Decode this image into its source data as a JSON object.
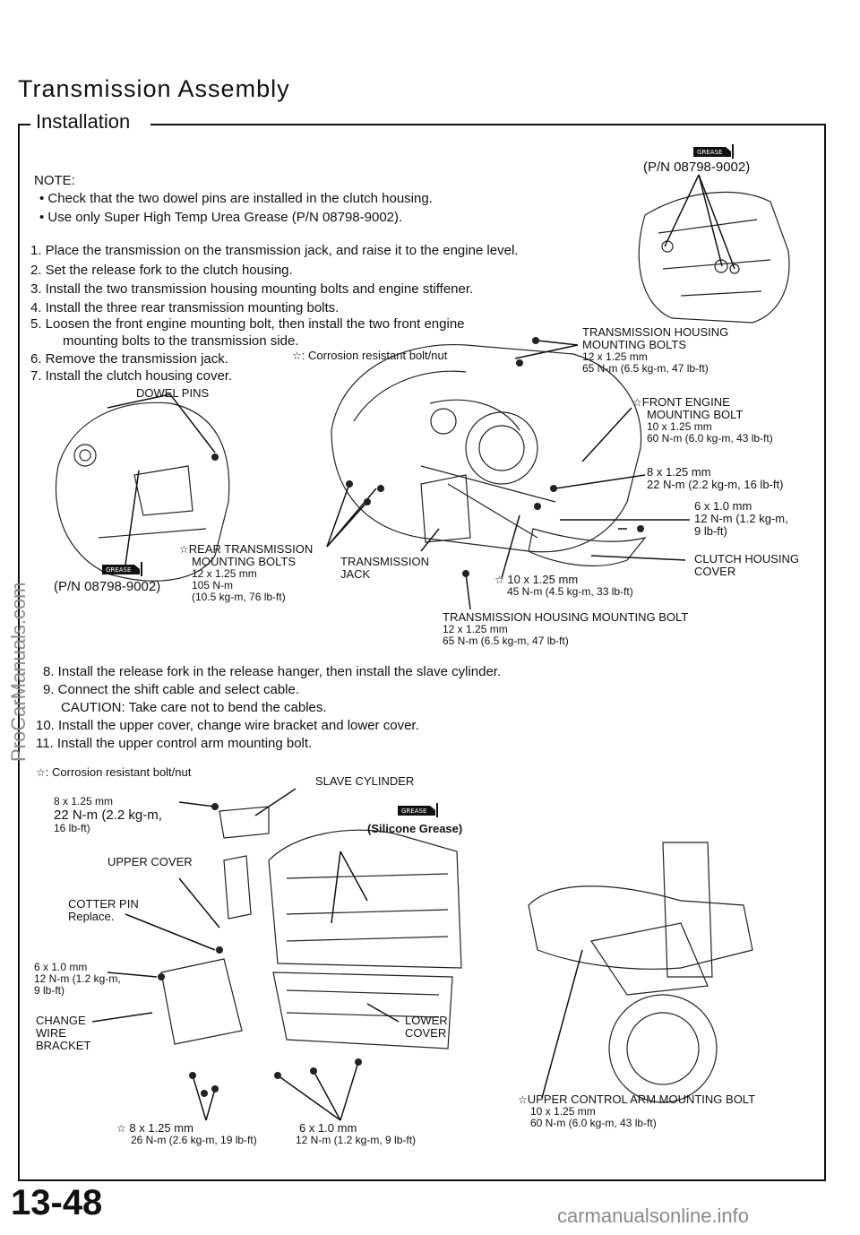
{
  "header": {
    "title": "Transmission Assembly",
    "subtitle": "Installation"
  },
  "note": {
    "label": "NOTE:",
    "items": [
      "Check that the two dowel pins are installed in the clutch housing.",
      "Use only Super High Temp Urea Grease (P/N 08798-9002)."
    ]
  },
  "steps_1": [
    "1. Place the transmission on the transmission jack, and raise it to the engine level.",
    "2. Set the release fork to the clutch housing.",
    "3. Install the two transmission housing mounting bolts and engine stiffener.",
    "4. Install the three rear transmission mounting bolts.",
    "5. Loosen the front engine mounting bolt, then install the two front engine",
    "mounting bolts to the transmission side.",
    "6. Remove the transmission jack.",
    "7. Install the clutch housing cover."
  ],
  "legend_star": "Corrosion resistant bolt/nut",
  "grease_badge": "GREASE",
  "fig1": {
    "grease_pn_top": "(P/N 08798-9002)",
    "grease_pn_left": "(P/N  08798-9002)",
    "dowel_pins": "DOWEL PINS",
    "trans_housing_bolts": [
      "TRANSMISSION HOUSING",
      "MOUNTING BOLTS",
      "12 x 1.25 mm",
      "65 N-m (6.5 kg-m, 47 lb-ft)"
    ],
    "front_engine_bolt": [
      "FRONT ENGINE",
      "MOUNTING BOLT",
      "10 x 1.25 mm",
      "60 N-m (6.0 kg-m, 43 lb-ft)"
    ],
    "bolt_8x125": [
      "8 x 1.25  mm",
      "22 N-m (2.2 kg-m, 16 lb-ft)"
    ],
    "bolt_6x10": [
      "6 x 1.0 mm",
      "12 N-m (1.2 kg-m,",
      "9 lb-ft)"
    ],
    "clutch_cover": [
      "CLUTCH HOUSING",
      "COVER"
    ],
    "rear_trans_bolts": [
      "REAR TRANSMISSION",
      "MOUNTING BOLTS",
      "12 x 1.25 mm",
      "105 N-m",
      "(10.5 kg-m, 76 lb-ft)"
    ],
    "trans_jack": [
      "TRANSMISSION",
      "JACK"
    ],
    "bolt_10x125": [
      "10 x 1.25 mm",
      "45 N-m (4.5 kg-m, 33 lb-ft)"
    ],
    "trans_housing_bolt": [
      "TRANSMISSION HOUSING MOUNTING BOLT",
      "12 x 1.25 mm",
      "65 N-m (6.5 kg-m, 47 lb-ft)"
    ]
  },
  "steps_2": [
    "8. Install the release fork in the release hanger, then install the slave cylinder.",
    "9. Connect the shift cable and select cable.",
    "CAUTION: Take care not to bend the cables.",
    "10. Install the upper cover, change wire bracket and lower cover.",
    "11. Install the upper control arm mounting bolt."
  ],
  "fig2": {
    "slave_cylinder": "SLAVE CYLINDER",
    "silicone_grease": "(Silicone Grease)",
    "bolt_8x125": [
      "8 x 1.25 mm",
      "22 N-m (2.2 kg-m,",
      "16 lb-ft)"
    ],
    "upper_cover": "UPPER COVER",
    "cotter_pin": [
      "COTTER PIN",
      "Replace."
    ],
    "bolt_6x10": [
      "6 x 1.0 mm",
      "12 N-m (1.2 kg-m,",
      "9 lb-ft)"
    ],
    "change_wire": [
      "CHANGE",
      "WIRE",
      "BRACKET"
    ],
    "lower_cover": [
      "LOWER",
      "COVER"
    ],
    "bottom_bolt_8": [
      "8 x 1.25 mm",
      "26 N-m (2.6 kg-m, 19 lb-ft)"
    ],
    "bottom_bolt_6": [
      "6 x 1.0 mm",
      "12 N-m (1.2 kg-m, 9 lb-ft)"
    ],
    "upper_arm": [
      "UPPER CONTROL ARM MOUNTING BOLT",
      "10 x 1.25 mm",
      "60 N-m (6.0 kg-m, 43 lb-ft)"
    ]
  },
  "footer": {
    "page_number": "13-48"
  },
  "watermarks": {
    "side": "ProCarManuals.com",
    "bottom": "carmanualsonline.info"
  }
}
